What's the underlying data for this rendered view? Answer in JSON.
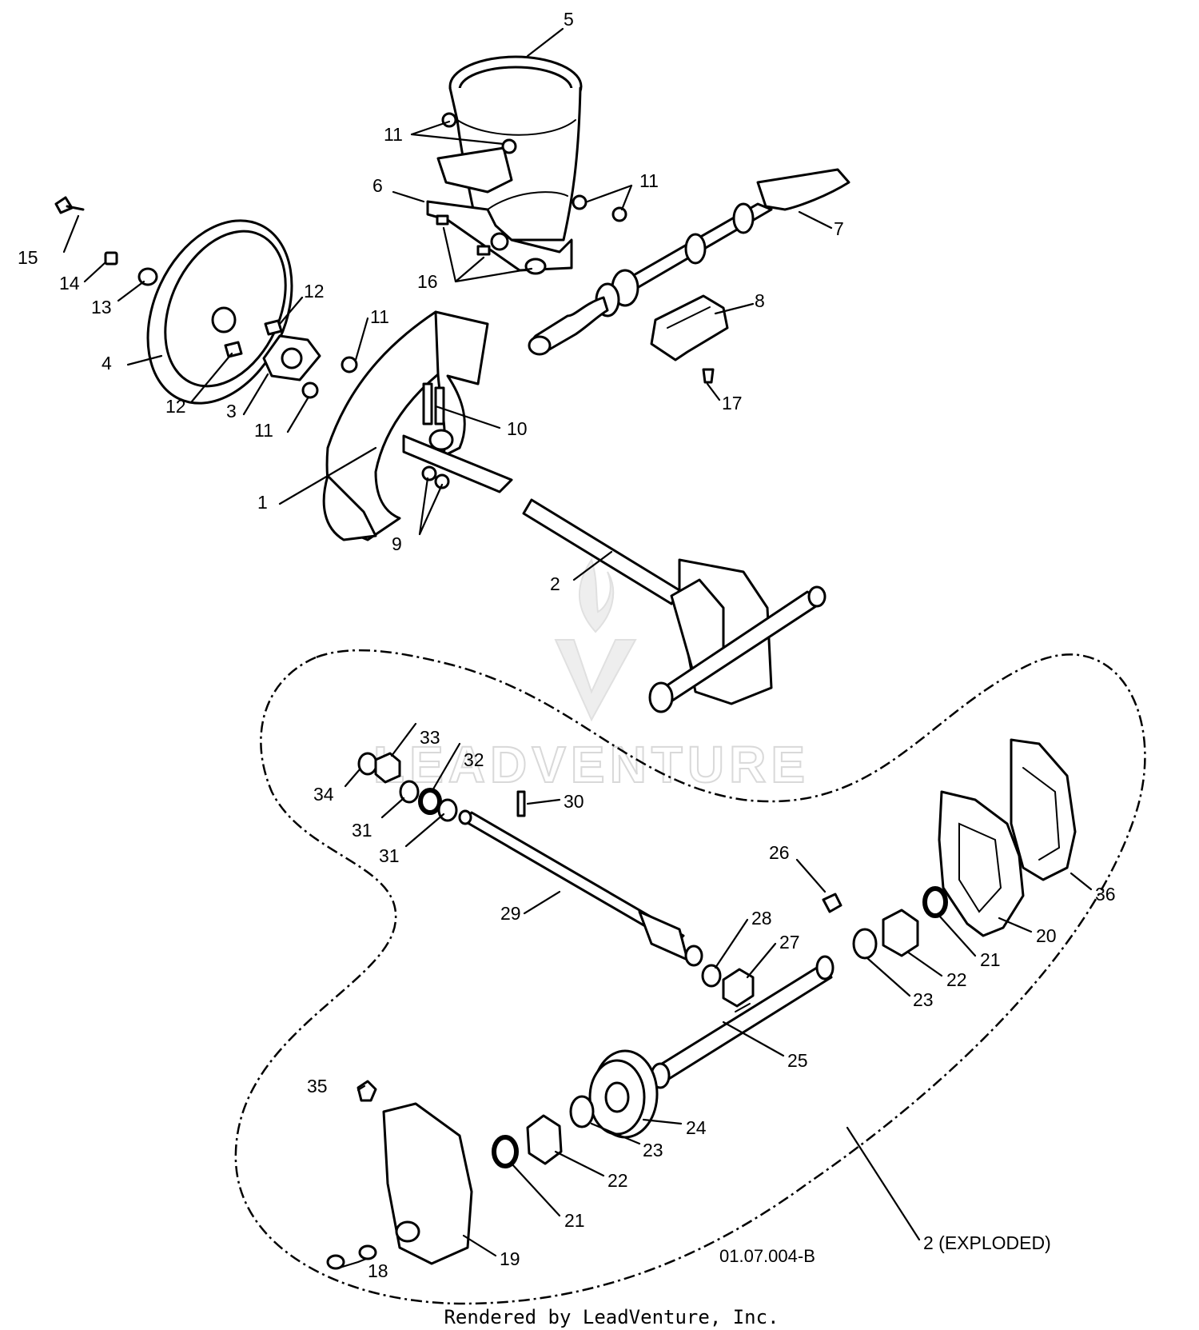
{
  "drawing_code": "01.07.004-B",
  "footer_credit": "Rendered by LeadVenture, Inc.",
  "watermark": "LEADVENTURE",
  "exploded_label": "2 (EXPLODED)",
  "callouts": {
    "c1": "1",
    "c2": "2",
    "c3": "3",
    "c4": "4",
    "c5": "5",
    "c6": "6",
    "c7": "7",
    "c8": "8",
    "c9": "9",
    "c10": "10",
    "c11a": "11",
    "c11b": "11",
    "c11c": "11",
    "c11d": "11",
    "c12a": "12",
    "c12b": "12",
    "c13": "13",
    "c14": "14",
    "c15": "15",
    "c16": "16",
    "c17": "17",
    "c18": "18",
    "c19": "19",
    "c20": "20",
    "c21a": "21",
    "c21b": "21",
    "c22a": "22",
    "c22b": "22",
    "c23a": "23",
    "c23b": "23",
    "c24": "24",
    "c25": "25",
    "c26": "26",
    "c27": "27",
    "c28": "28",
    "c29": "29",
    "c30": "30",
    "c31a": "31",
    "c31b": "31",
    "c32": "32",
    "c33": "33",
    "c34": "34",
    "c35": "35",
    "c36": "36"
  }
}
